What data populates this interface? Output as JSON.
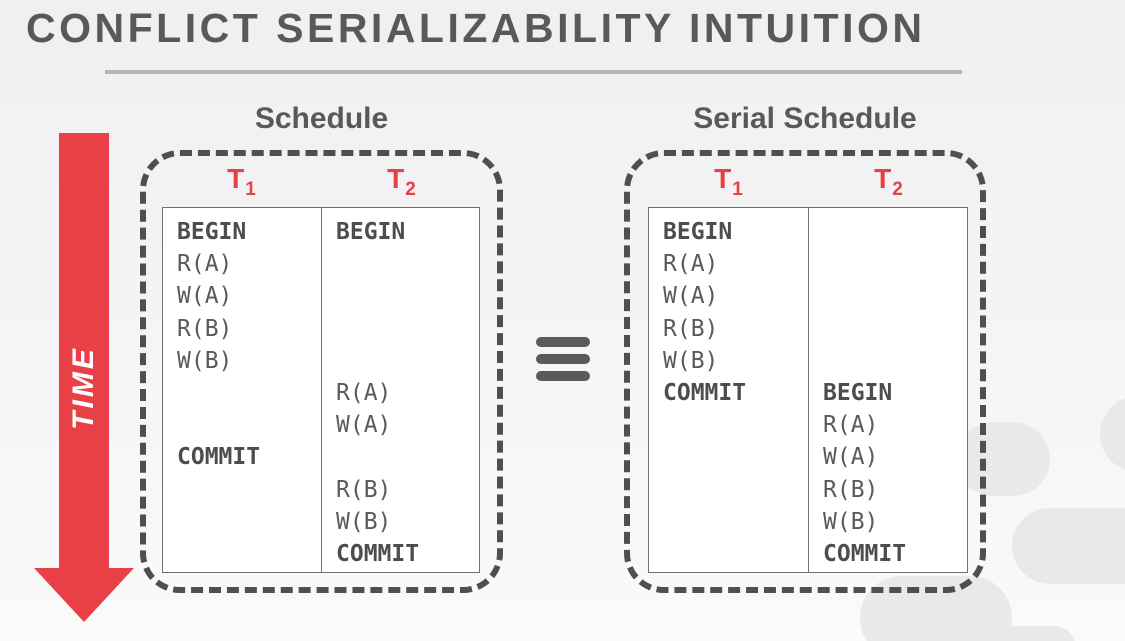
{
  "slide": {
    "title": "CONFLICT SERIALIZABILITY INTUITION"
  },
  "time_arrow": {
    "label": "TIME"
  },
  "equivalence": {
    "symbol": "≡",
    "meaning": "equivalent-to"
  },
  "keywords": [
    "BEGIN",
    "COMMIT"
  ],
  "colors": {
    "accent_red": "#e94047",
    "heading_gray": "#58595b",
    "dash_gray": "#4e4f51",
    "table_border": "#6e6f72",
    "op_text": "#595a5f",
    "rule_gray": "#b5b5b7",
    "watermark_gray": "#e9e9ea"
  },
  "panels": [
    {
      "heading": "Schedule",
      "transactions": [
        {
          "base": "T",
          "sub": "1"
        },
        {
          "base": "T",
          "sub": "2"
        }
      ],
      "rows": [
        [
          "BEGIN",
          "BEGIN"
        ],
        [
          "R(A)",
          ""
        ],
        [
          "W(A)",
          ""
        ],
        [
          "R(B)",
          ""
        ],
        [
          "W(B)",
          ""
        ],
        [
          "",
          "R(A)"
        ],
        [
          "",
          "W(A)"
        ],
        [
          "COMMIT",
          ""
        ],
        [
          "",
          "R(B)"
        ],
        [
          "",
          "W(B)"
        ],
        [
          "",
          "COMMIT"
        ]
      ]
    },
    {
      "heading": "Serial Schedule",
      "transactions": [
        {
          "base": "T",
          "sub": "1"
        },
        {
          "base": "T",
          "sub": "2"
        }
      ],
      "rows": [
        [
          "BEGIN",
          ""
        ],
        [
          "R(A)",
          ""
        ],
        [
          "W(A)",
          ""
        ],
        [
          "R(B)",
          ""
        ],
        [
          "W(B)",
          ""
        ],
        [
          "COMMIT",
          "BEGIN"
        ],
        [
          "",
          "R(A)"
        ],
        [
          "",
          "W(A)"
        ],
        [
          "",
          "R(B)"
        ],
        [
          "",
          "W(B)"
        ],
        [
          "",
          "COMMIT"
        ]
      ]
    }
  ]
}
